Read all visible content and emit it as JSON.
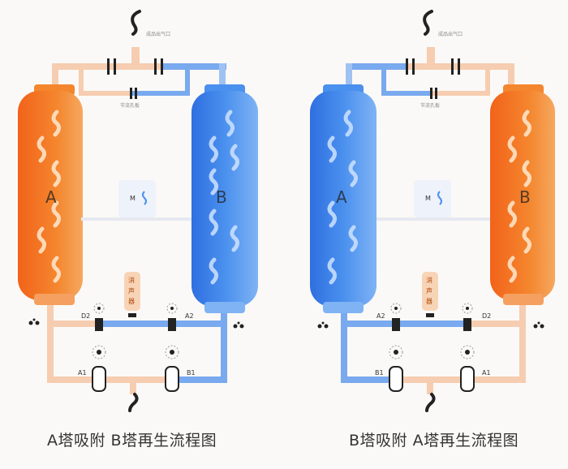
{
  "diagrams": [
    {
      "caption": "A塔吸附  B塔再生流程图",
      "top_outlet_label": "成品出气口",
      "purge_label": "节流孔板",
      "motor_label": "M",
      "muffler_label": [
        "消",
        "声",
        "器"
      ],
      "valves": {
        "top_left": "D2",
        "top_right": "A2",
        "bottom_left": "A1",
        "bottom_right": "B1"
      },
      "towers": [
        {
          "label": "A",
          "state": "adsorbing",
          "color": "#f07a2a"
        },
        {
          "label": "B",
          "state": "regenerating",
          "color": "#3f86e6"
        }
      ]
    },
    {
      "caption": "B塔吸附  A塔再生流程图",
      "top_outlet_label": "成品出气口",
      "purge_label": "节流孔板",
      "motor_label": "M",
      "muffler_label": [
        "消",
        "声",
        "器"
      ],
      "valves": {
        "top_left": "A2",
        "top_right": "D2",
        "bottom_left": "B1",
        "bottom_right": "A1"
      },
      "towers": [
        {
          "label": "A",
          "state": "regenerating",
          "color": "#3f86e6"
        },
        {
          "label": "B",
          "state": "adsorbing",
          "color": "#f07a2a"
        }
      ]
    }
  ],
  "colors": {
    "hot": "#f07a2a",
    "cold": "#3f86e6",
    "hot_pipe": "#f6cdb0",
    "cold_pipe": "#79a9ee"
  }
}
